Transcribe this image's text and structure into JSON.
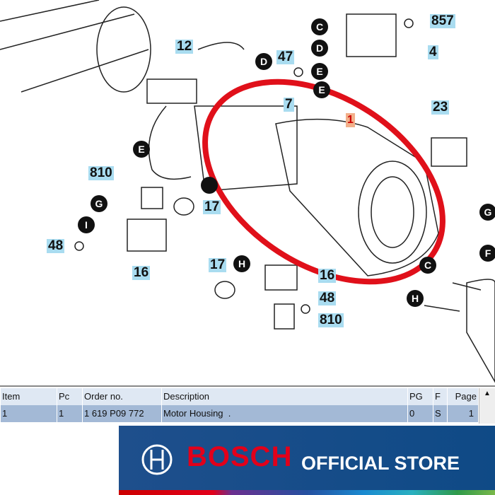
{
  "diagram": {
    "part_labels": [
      "857",
      "12",
      "47",
      "4",
      "7",
      "1",
      "23",
      "810",
      "17",
      "48",
      "16",
      "17",
      "16",
      "48",
      "810"
    ],
    "connector_letters": [
      "C",
      "D",
      "E",
      "E",
      "D",
      "E",
      "G",
      "I",
      "G",
      "F",
      "C",
      "H",
      "H"
    ]
  },
  "table": {
    "headers": [
      "Item",
      "Pc",
      "Order no.",
      "Description",
      "PG",
      "F",
      "Page"
    ],
    "rows": [
      [
        "1",
        "1",
        "1 619 P09 772",
        "Motor Housing  .",
        "0",
        "S",
        "1"
      ]
    ]
  },
  "banner": {
    "brand": "BOSCH",
    "tagline": "OFFICIAL STORE",
    "brand_color": "#e2001a"
  },
  "highlight_color": "#e0101a"
}
